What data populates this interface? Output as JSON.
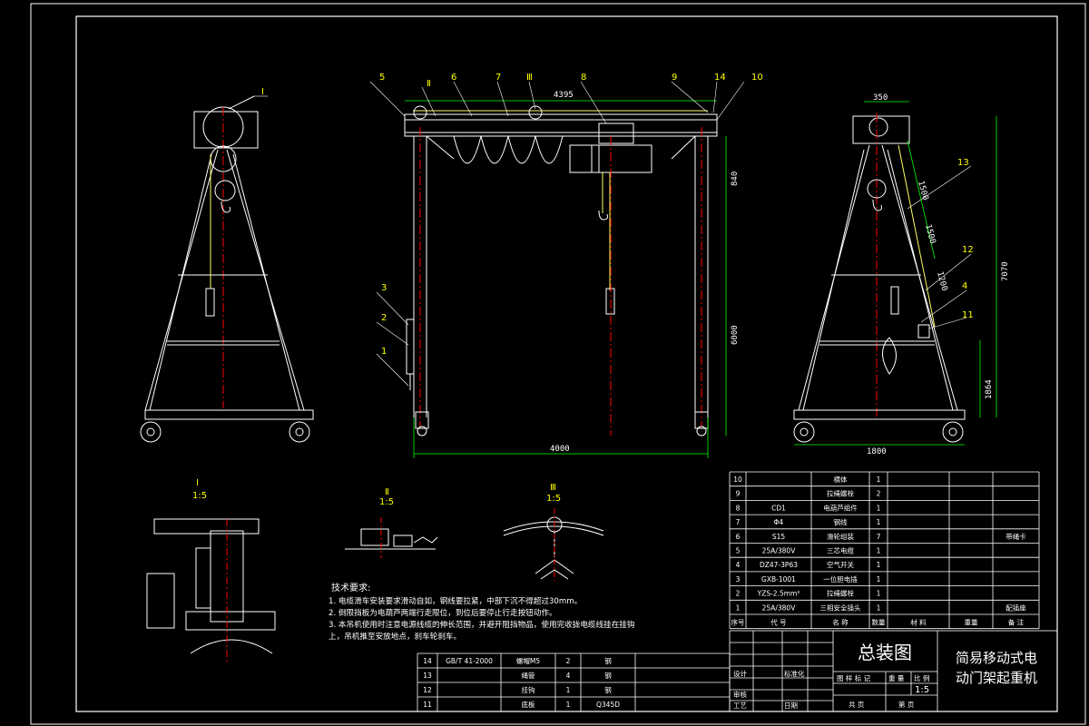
{
  "drawing": {
    "title": "总装图",
    "name_line1": "简易移动式电",
    "name_line2": "动门架起重机",
    "scale": "1:5",
    "scale_header": "比 例",
    "weight_header": "重 量",
    "stage_header": "图 样 标 记",
    "sheet_total": "共 页",
    "sheet_no": "第 页",
    "sign_designer": "设计",
    "sign_standard": "标准化",
    "sign_check": "审核",
    "sign_process": "工艺",
    "sign_date": "日期"
  },
  "dimensions": {
    "span_top": "4395",
    "span_bottom": "4000",
    "height_hoist": "840",
    "height_main": "6000",
    "width_side": "1800",
    "top_side": "350",
    "height_total": "7070",
    "height_bottom": "1864",
    "brace_1": "1500",
    "brace_2": "1500",
    "brace_3": "1200"
  },
  "callouts": {
    "front": [
      "5",
      "Ⅱ",
      "6",
      "7",
      "Ⅲ",
      "8",
      "9",
      "14",
      "10"
    ],
    "front_left": [
      "3",
      "2",
      "1"
    ],
    "side": [
      "13",
      "12",
      "4",
      "11"
    ],
    "left_view": "Ⅰ"
  },
  "details": [
    {
      "roman": "Ⅰ",
      "scale": "1:5"
    },
    {
      "roman": "Ⅱ",
      "scale": "1:5"
    },
    {
      "roman": "Ⅲ",
      "scale": "1:5"
    }
  ],
  "tech": {
    "heading": "技术要求:",
    "lines": [
      "1. 电缆滑车安装要求滑动自如，钢线要拉紧，中部下沉不得超过30mm。",
      "2. 倒限挡板为电葫芦两端行走限位，到位后要停止行走按钮动作。",
      "3. 本吊机使用时注意电源线缆的伸长范围，并避开阻挡物品，使用完收拢电缆线挂在挂钩",
      "上，吊机推至安放地点，刹车轮刹车。"
    ]
  },
  "bom_header": {
    "no": "序号",
    "code": "代 号",
    "name": "名 称",
    "qty": "数量",
    "material": "材 料",
    "weight": "重量",
    "note": "备 注"
  },
  "bom_upper": [
    {
      "no": "10",
      "code": "",
      "name": "横体",
      "qty": "1",
      "material": "",
      "weight": "",
      "note": ""
    },
    {
      "no": "9",
      "code": "",
      "name": "拉绳螺栓",
      "qty": "2",
      "material": "",
      "weight": "",
      "note": ""
    },
    {
      "no": "8",
      "code": "CD1",
      "name": "电葫芦组件",
      "qty": "1",
      "material": "",
      "weight": "",
      "note": ""
    },
    {
      "no": "7",
      "code": "Φ4",
      "name": "钢线",
      "qty": "1",
      "material": "",
      "weight": "",
      "note": ""
    },
    {
      "no": "6",
      "code": "S15",
      "name": "滑轮组装",
      "qty": "7",
      "material": "",
      "weight": "",
      "note": "带绳卡"
    },
    {
      "no": "5",
      "code": "25A/380V",
      "name": "三芯电缆",
      "qty": "1",
      "material": "",
      "weight": "",
      "note": ""
    },
    {
      "no": "4",
      "code": "DZ47-3P63",
      "name": "空气开关",
      "qty": "1",
      "material": "",
      "weight": "",
      "note": ""
    },
    {
      "no": "3",
      "code": "GXB-1001",
      "name": "一位胆电插",
      "qty": "1",
      "material": "",
      "weight": "",
      "note": ""
    },
    {
      "no": "2",
      "code": "YZS-2.5mm²",
      "name": "拉绳螺栓",
      "qty": "1",
      "material": "",
      "weight": "",
      "note": ""
    },
    {
      "no": "1",
      "code": "25A/380V",
      "name": "三相安全插头",
      "qty": "1",
      "material": "",
      "weight": "",
      "note": "配插座"
    }
  ],
  "bom_lower": [
    {
      "no": "14",
      "code": "GB/T 41-2000",
      "name": "螺帽M5",
      "qty": "2",
      "material": "钢"
    },
    {
      "no": "13",
      "code": "",
      "name": "绳管",
      "qty": "4",
      "material": "钢"
    },
    {
      "no": "12",
      "code": "",
      "name": "挂钩",
      "qty": "1",
      "material": "钢"
    },
    {
      "no": "11",
      "code": "",
      "name": "底板",
      "qty": "1",
      "material": "Q345D"
    }
  ],
  "colors": {
    "background": "#000000",
    "line": "#ffffff",
    "callout": "#ffff00",
    "center": "#ff0000",
    "dimension": "#00ff00",
    "cable": "#ffff66"
  }
}
